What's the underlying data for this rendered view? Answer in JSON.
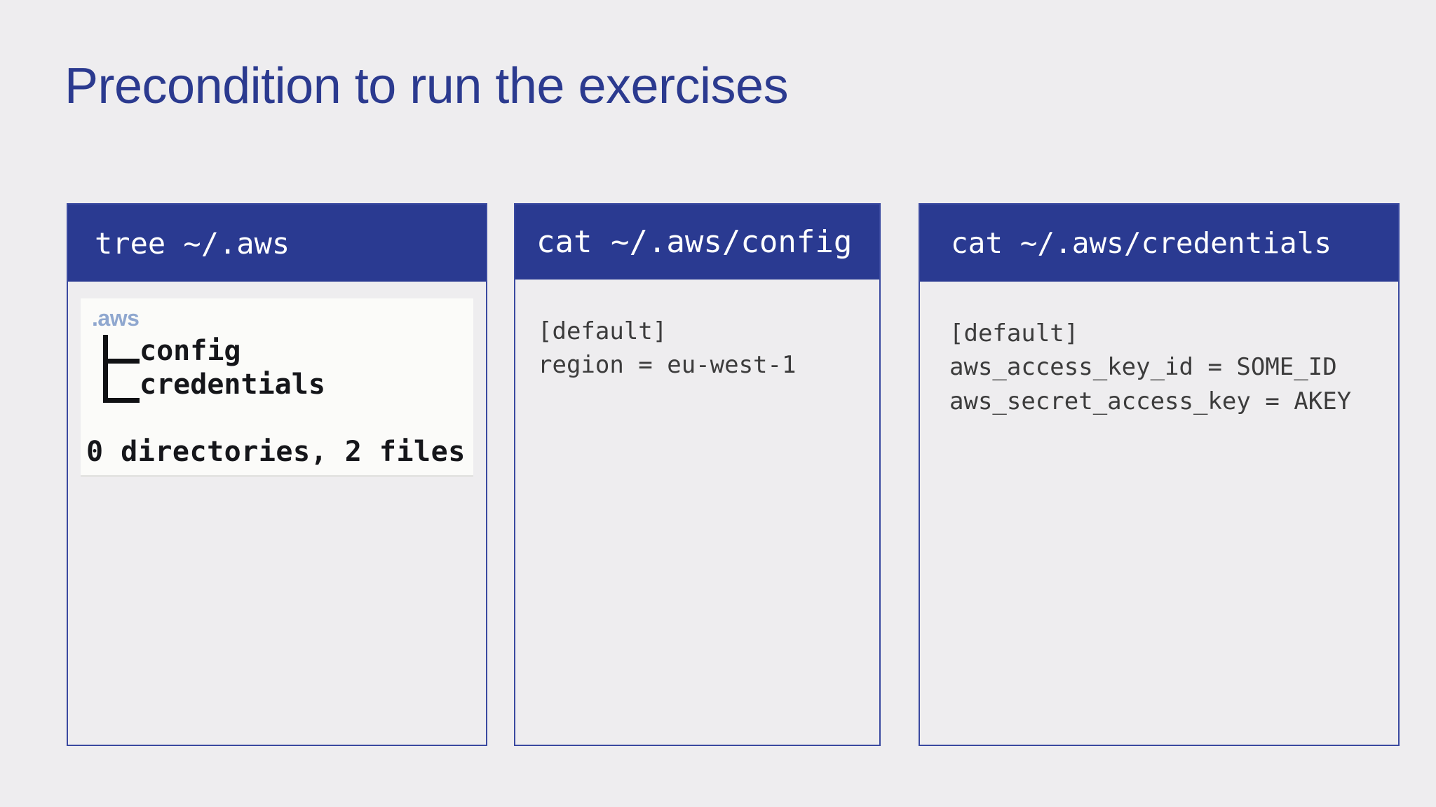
{
  "slide": {
    "title": "Precondition to run the exercises",
    "background_color": "#eeedef",
    "accent_color": "#2b3a8f",
    "header_color": "#2a3a91"
  },
  "cards": [
    {
      "id": "tree-aws",
      "header": "tree ~/.aws",
      "terminal_output": {
        "root": ".aws",
        "entries": [
          "config",
          "credentials"
        ],
        "summary": "0 directories, 2 files"
      }
    },
    {
      "id": "cat-config",
      "header": "cat ~/.aws/config",
      "body": "[default]\nregion = eu-west-1"
    },
    {
      "id": "cat-credentials",
      "header": "cat ~/.aws/credentials",
      "body": "[default]\naws_access_key_id = SOME_ID\naws_secret_access_key = AKEY"
    }
  ]
}
